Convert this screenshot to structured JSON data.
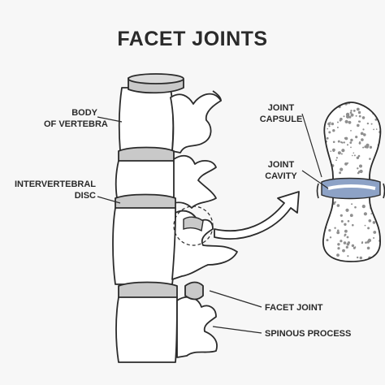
{
  "title": "FACET JOINTS",
  "labels": {
    "body_of_vertebra": [
      "BODY",
      "OF VERTEBRA"
    ],
    "intervertebral_disc": [
      "INTERVERTEBRAL",
      "DISC"
    ],
    "joint_capsule": [
      "JOINT",
      "CAPSULE"
    ],
    "joint_cavity": [
      "JOINT",
      "CAVITY"
    ],
    "facet_joint": "FACET JOINT",
    "spinous_process": "SPINOUS PROCESS"
  },
  "colors": {
    "outline": "#2b2b2b",
    "fill": "#ffffff",
    "disc": "#c9c9c9",
    "bone_speckle": "#9a9a9a",
    "cavity": "#8da2c6",
    "background": "#f7f7f7"
  }
}
